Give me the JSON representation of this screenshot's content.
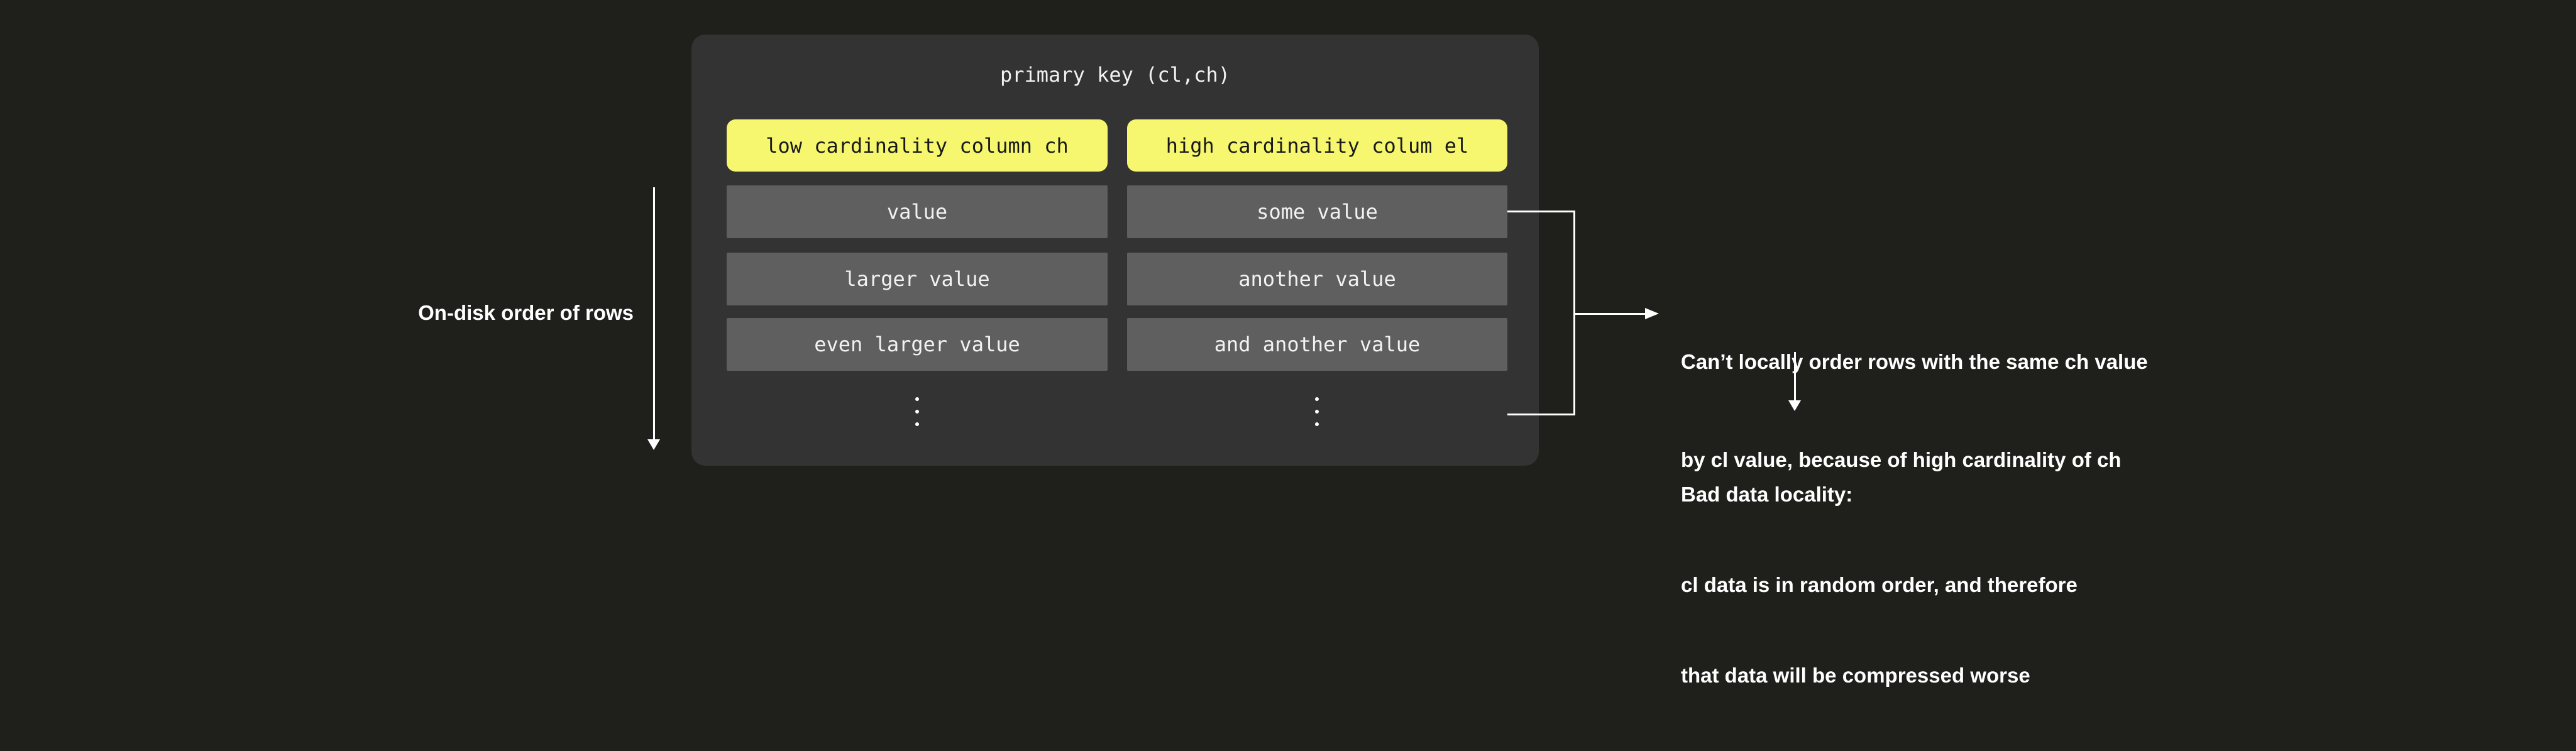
{
  "colors": {
    "background": "#1f1f1c",
    "panel": "#333333",
    "row": "#5f5f5f",
    "header_yellow": "#f6f76e",
    "line_white": "#ffffff",
    "text_light": "#f2f2f2",
    "text_dark": "#191919"
  },
  "diagram": {
    "title": "primary key (cl,ch)",
    "columns": [
      {
        "header": "low cardinality column ch",
        "rows": [
          "value",
          "larger value",
          "even larger value"
        ]
      },
      {
        "header": "high cardinality colum el",
        "rows": [
          "some value",
          "another value",
          "and another value"
        ]
      }
    ],
    "left_label": "On-disk order of rows",
    "note_top": {
      "line1": "Can’t locally order rows with the same ch value",
      "line2": "by cl value, because of high cardinality of ch"
    },
    "note_bottom": {
      "line1": "Bad data locality:",
      "line2": "cl data is in random order, and therefore",
      "line3": "that data will be compressed worse"
    }
  }
}
